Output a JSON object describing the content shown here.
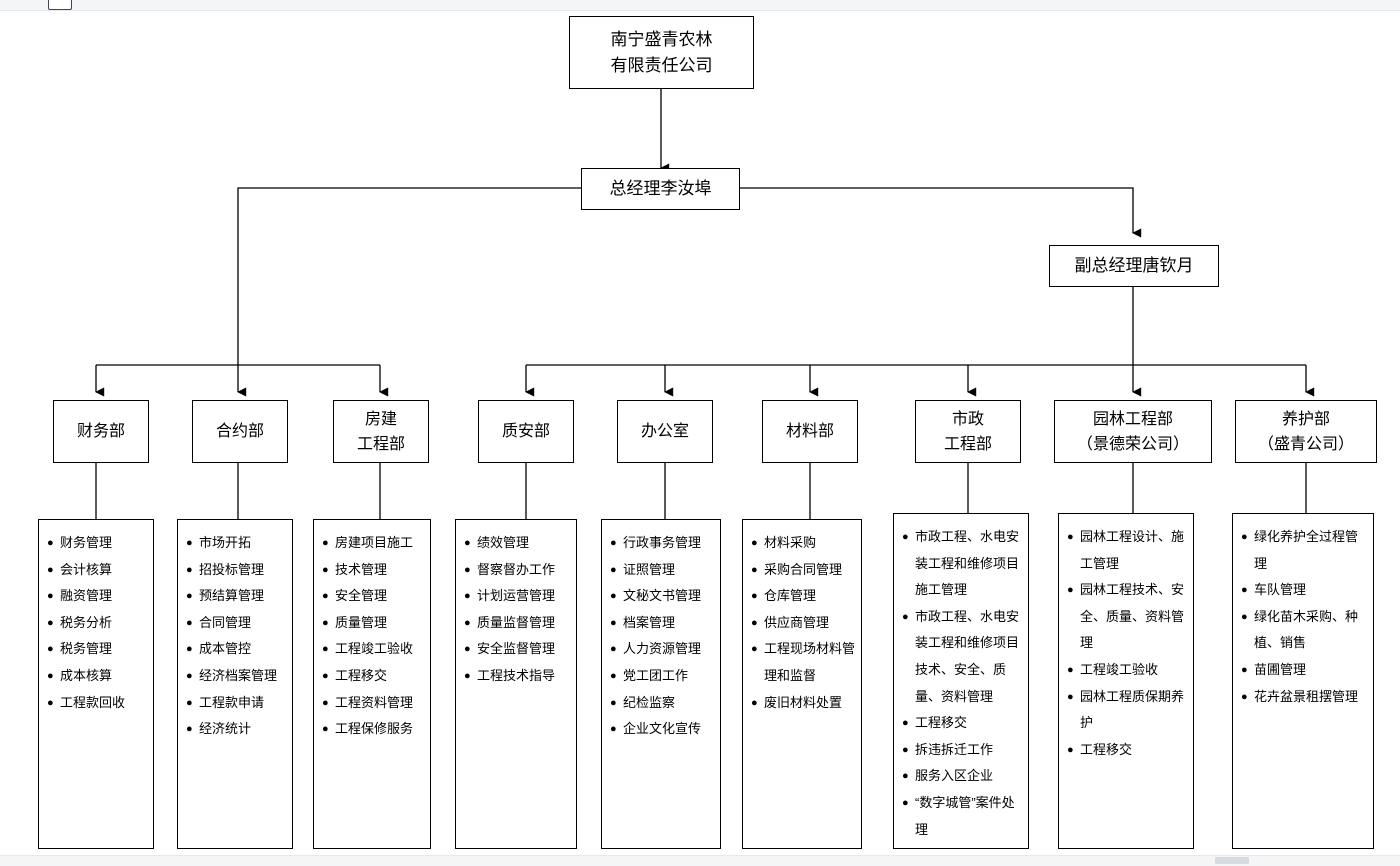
{
  "document": {
    "title": "南宁盛青农林有限责任公司 组织架构图",
    "type": "organization-chart"
  },
  "nodes": {
    "company": {
      "lines": [
        "南宁盛青农林",
        "有限责任公司"
      ]
    },
    "general_manager": {
      "lines": [
        "总经理李汝埠"
      ]
    },
    "vice_general_manager": {
      "lines": [
        "副总经理唐钦月"
      ]
    }
  },
  "departments": [
    {
      "id": "finance",
      "title_lines": [
        "财务部"
      ],
      "items": [
        "财务管理",
        "会计核算",
        "融资管理",
        "税务分析",
        "税务管理",
        "成本核算",
        "工程款回收"
      ]
    },
    {
      "id": "contract",
      "title_lines": [
        "合约部"
      ],
      "items": [
        "市场开拓",
        "招投标管理",
        "预结算管理",
        "合同管理",
        "成本管控",
        "经济档案管理",
        "工程款申请",
        "经济统计"
      ]
    },
    {
      "id": "building-engineering",
      "title_lines": [
        "房建",
        "工程部"
      ],
      "items": [
        "房建项目施工",
        "技术管理",
        "安全管理",
        "质量管理",
        "工程竣工验收",
        "工程移交",
        "工程资料管理",
        "工程保修服务"
      ]
    },
    {
      "id": "quality-safety",
      "title_lines": [
        "质安部"
      ],
      "items": [
        "绩效管理",
        "督察督办工作",
        "计划运营管理",
        "质量监督管理",
        "安全监督管理",
        "工程技术指导"
      ]
    },
    {
      "id": "office",
      "title_lines": [
        "办公室"
      ],
      "items": [
        "行政事务管理",
        "证照管理",
        "文秘文书管理",
        "档案管理",
        "人力资源管理",
        "党工团工作",
        "纪检监察",
        "企业文化宣传"
      ]
    },
    {
      "id": "materials",
      "title_lines": [
        "材料部"
      ],
      "items": [
        "材料采购",
        "采购合同管理",
        "仓库管理",
        "供应商管理",
        "工程现场材料管理和监督",
        "废旧材料处置"
      ]
    },
    {
      "id": "municipal-engineering",
      "title_lines": [
        "市政",
        "工程部"
      ],
      "items": [
        "市政工程、水电安装工程和维修项目施工管理",
        "市政工程、水电安装工程和维修项目技术、安全、质量、资料管理",
        "工程移交",
        "拆违拆迁工作",
        "服务入区企业",
        "“数字城管”案件处理"
      ]
    },
    {
      "id": "landscape-engineering",
      "title_lines": [
        "园林工程部",
        "（景德荣公司）"
      ],
      "items": [
        "园林工程设计、施工管理",
        "园林工程技术、安全、质量、资料管理",
        "工程竣工验收",
        "园林工程质保期养护",
        "工程移交"
      ]
    },
    {
      "id": "maintenance",
      "title_lines": [
        "养护部",
        "（盛青公司）"
      ],
      "items": [
        "绿化养护全过程管理",
        "车队管理",
        "绿化苗木采购、种植、销售",
        "苗圃管理",
        "花卉盆景租摆管理"
      ]
    }
  ],
  "colors": {
    "line": "#000000",
    "box_border": "#000000",
    "background": "#ffffff",
    "toolbar": "#f4f5f7"
  }
}
